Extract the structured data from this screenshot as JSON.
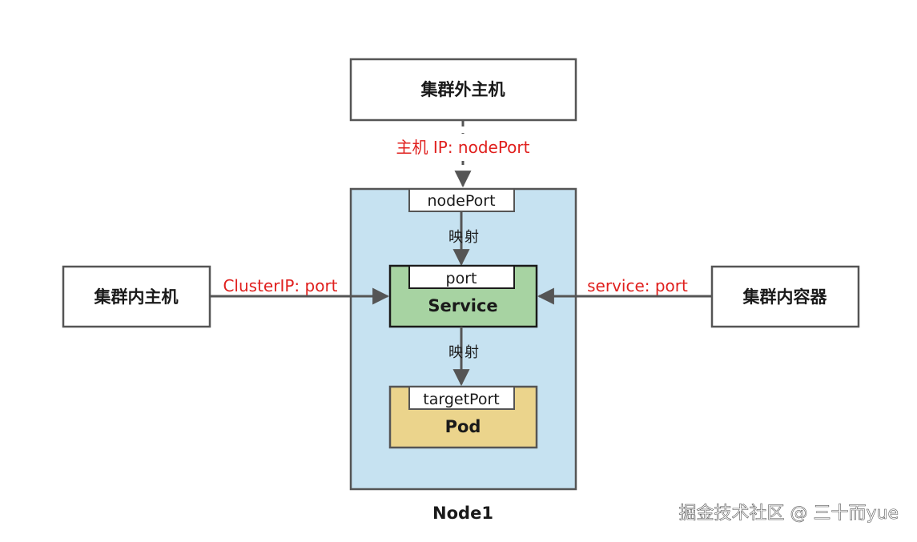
{
  "nodes": {
    "external_host": "集群外主机",
    "internal_host": "集群内主机",
    "internal_container": "集群内容器",
    "node_label": "Node1",
    "service": "Service",
    "service_port": "port",
    "pod": "Pod",
    "pod_port": "targetPort",
    "node_port": "nodePort"
  },
  "edges": {
    "external_to_nodeport": "主机 IP: nodePort",
    "internal_host_to_service": "ClusterIP: port",
    "container_to_service": "service: port",
    "nodeport_to_service": "映射",
    "service_to_pod": "映射"
  },
  "watermark": "掘金技术社区 @ 三十而yue",
  "colors": {
    "node_fill": "#c6e2f1",
    "service_fill": "#a7d3a2",
    "pod_fill": "#ebd48c",
    "edge_label": "#e0201e",
    "stroke": "#555555"
  }
}
